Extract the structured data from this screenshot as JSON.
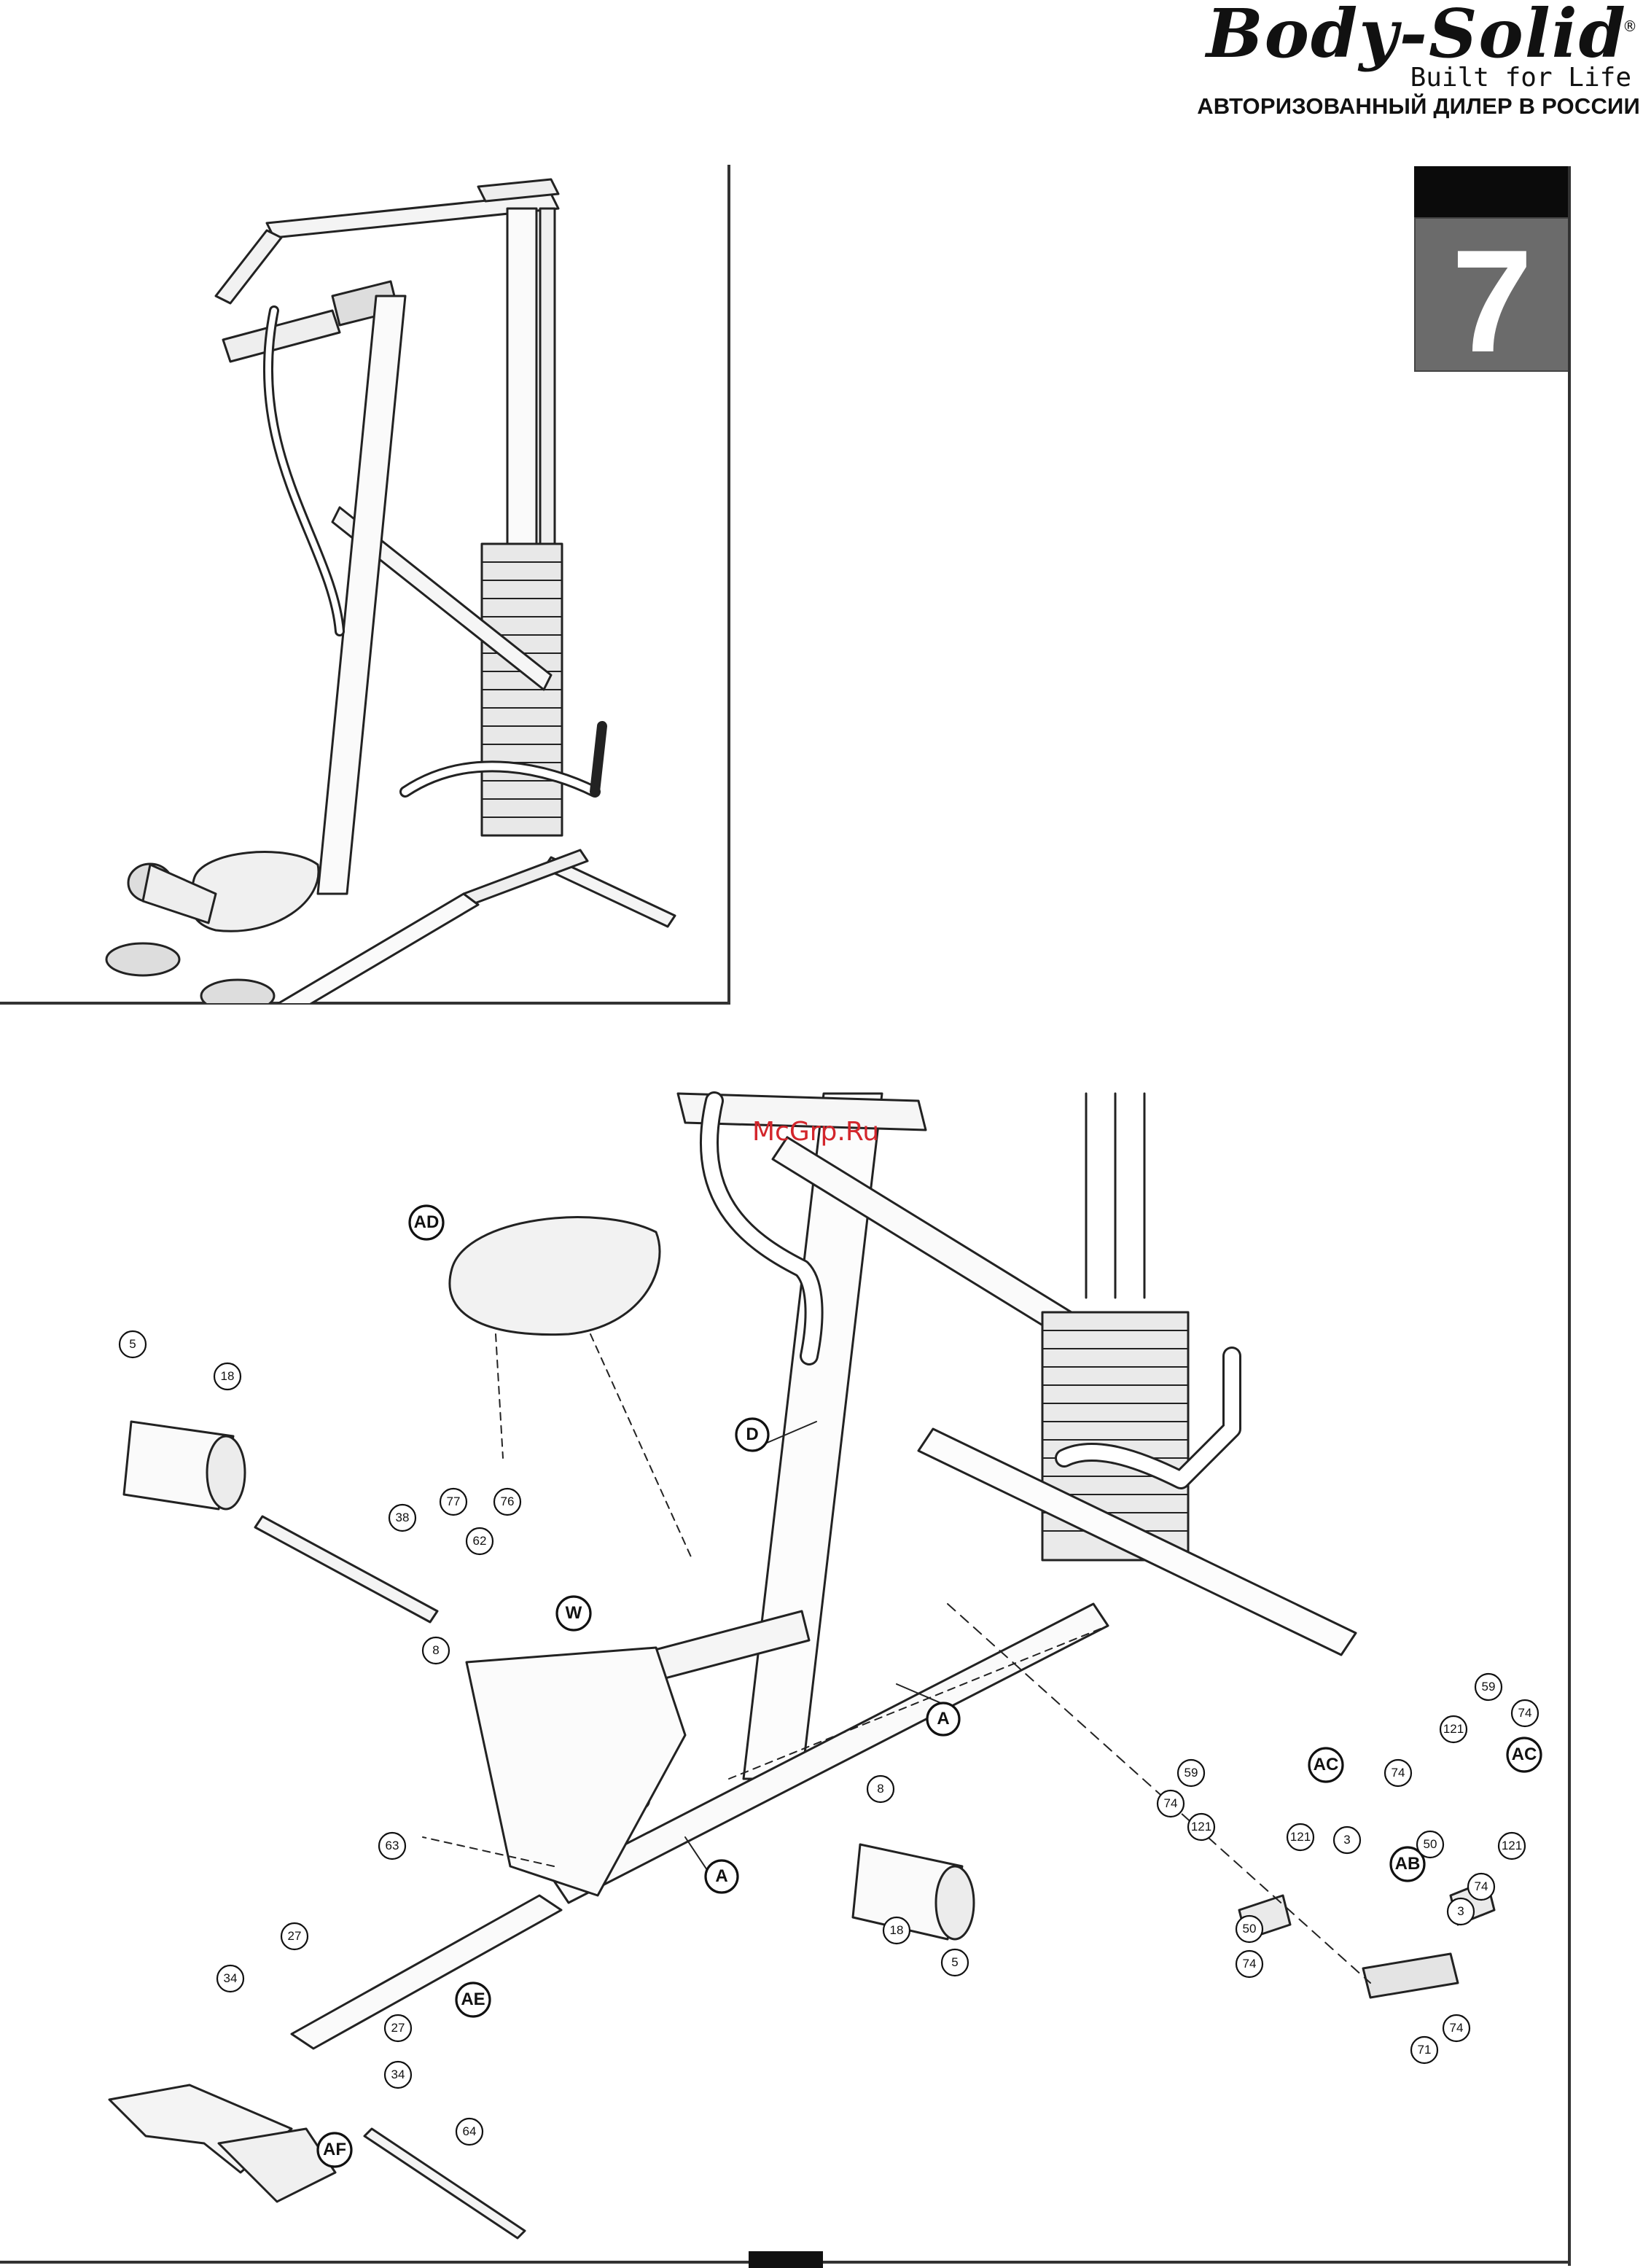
{
  "header": {
    "brand": "Body-Solid",
    "tagline": "Built for Life",
    "dealer_line": "АВТОРИЗОВАННЫЙ ДИЛЕР В РОССИИ"
  },
  "step": {
    "number": "7"
  },
  "watermark": "McGrp.Ru",
  "part_callouts": [
    {
      "id": "AD",
      "kind": "letter"
    },
    {
      "id": "5",
      "kind": "number"
    },
    {
      "id": "18",
      "kind": "number"
    },
    {
      "id": "38",
      "kind": "number"
    },
    {
      "id": "77",
      "kind": "number"
    },
    {
      "id": "76",
      "kind": "number"
    },
    {
      "id": "62",
      "kind": "number"
    },
    {
      "id": "D",
      "kind": "letter"
    },
    {
      "id": "8",
      "kind": "number"
    },
    {
      "id": "W",
      "kind": "letter"
    },
    {
      "id": "A",
      "kind": "letter"
    },
    {
      "id": "A",
      "kind": "letter"
    },
    {
      "id": "63",
      "kind": "number"
    },
    {
      "id": "8",
      "kind": "number"
    },
    {
      "id": "18",
      "kind": "number"
    },
    {
      "id": "5",
      "kind": "number"
    },
    {
      "id": "27",
      "kind": "number"
    },
    {
      "id": "34",
      "kind": "number"
    },
    {
      "id": "AE",
      "kind": "letter"
    },
    {
      "id": "27",
      "kind": "number"
    },
    {
      "id": "34",
      "kind": "number"
    },
    {
      "id": "AF",
      "kind": "letter"
    },
    {
      "id": "64",
      "kind": "number"
    },
    {
      "id": "59",
      "kind": "number"
    },
    {
      "id": "74",
      "kind": "number"
    },
    {
      "id": "121",
      "kind": "number"
    },
    {
      "id": "AC",
      "kind": "letter"
    },
    {
      "id": "121",
      "kind": "number"
    },
    {
      "id": "3",
      "kind": "number"
    },
    {
      "id": "AB",
      "kind": "letter"
    },
    {
      "id": "50",
      "kind": "number"
    },
    {
      "id": "74",
      "kind": "number"
    },
    {
      "id": "3",
      "kind": "number"
    },
    {
      "id": "50",
      "kind": "number"
    },
    {
      "id": "74",
      "kind": "number"
    },
    {
      "id": "71",
      "kind": "number"
    },
    {
      "id": "74",
      "kind": "number"
    },
    {
      "id": "59",
      "kind": "number"
    },
    {
      "id": "74",
      "kind": "number"
    },
    {
      "id": "121",
      "kind": "number"
    },
    {
      "id": "AC",
      "kind": "letter"
    },
    {
      "id": "121",
      "kind": "number"
    },
    {
      "id": "74",
      "kind": "number"
    }
  ]
}
